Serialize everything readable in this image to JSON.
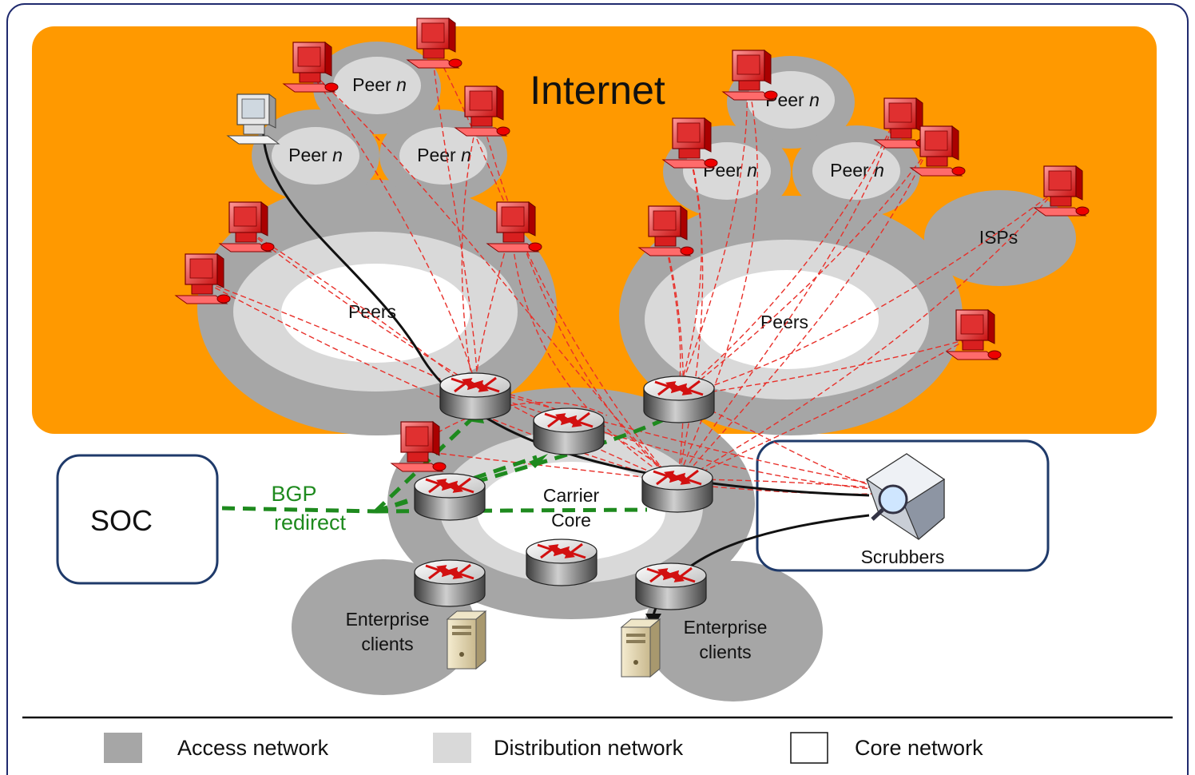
{
  "internet_label": "Internet",
  "peer_prefix": "Peer ",
  "peer_n": "n",
  "peers_label": "Peers",
  "isps_label": "ISPs",
  "carrier_line1": "Carrier",
  "carrier_line2": "Core",
  "soc_label": "SOC",
  "bgp_line1": "BGP",
  "bgp_line2": "redirect",
  "scrubbers_label": "Scrubbers",
  "enterprise_line1": "Enterprise",
  "enterprise_line2": "clients",
  "legend": {
    "access": "Access network",
    "distribution": "Distribution network",
    "core": "Core network"
  },
  "colors": {
    "internet": "#ff9900",
    "access": "#a6a6a6",
    "distribution": "#d9d9d9",
    "core": "#ffffff",
    "attack": "#e8302a",
    "bgp": "#1e8a1e",
    "frame": "#1f2a6e",
    "box": "#1f3a6a"
  }
}
